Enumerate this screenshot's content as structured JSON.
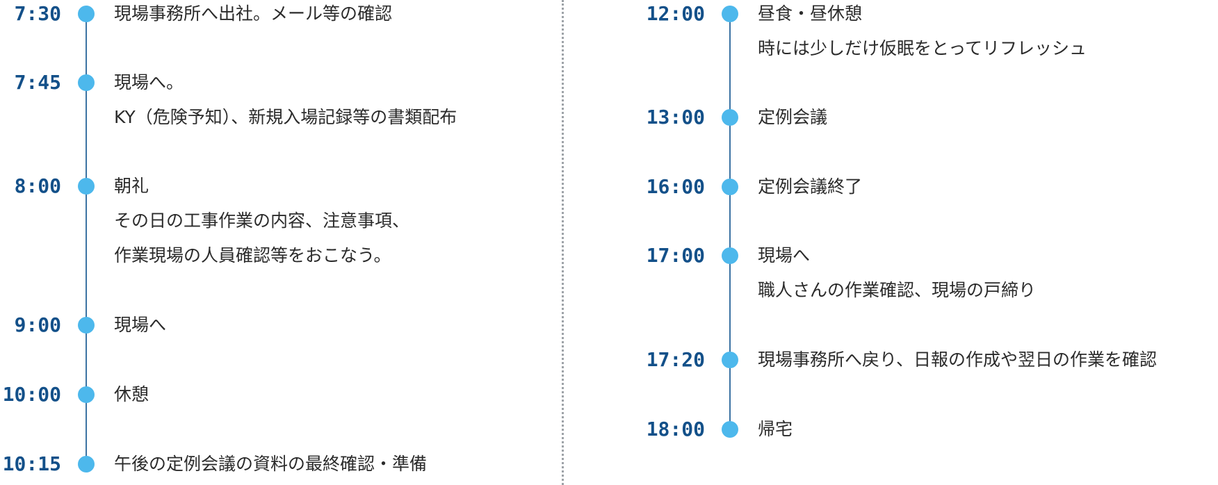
{
  "schedule": {
    "left": [
      {
        "time": "7:30",
        "lines": [
          "現場事務所へ出社。メール等の確認"
        ]
      },
      {
        "time": "7:45",
        "lines": [
          "現場へ。",
          "KY（危険予知）、新規入場記録等の書類配布"
        ]
      },
      {
        "time": "8:00",
        "lines": [
          "朝礼",
          "その日の工事作業の内容、注意事項、",
          "作業現場の人員確認等をおこなう。"
        ]
      },
      {
        "time": "9:00",
        "lines": [
          "現場へ"
        ]
      },
      {
        "time": "10:00",
        "lines": [
          "休憩"
        ]
      },
      {
        "time": "10:15",
        "lines": [
          "午後の定例会議の資料の最終確認・準備"
        ]
      }
    ],
    "right": [
      {
        "time": "12:00",
        "lines": [
          "昼食・昼休憩",
          "時には少しだけ仮眠をとってリフレッシュ"
        ]
      },
      {
        "time": "13:00",
        "lines": [
          "定例会議"
        ]
      },
      {
        "time": "16:00",
        "lines": [
          "定例会議終了"
        ]
      },
      {
        "time": "17:00",
        "lines": [
          "現場へ",
          "職人さんの作業確認、現場の戸締り"
        ]
      },
      {
        "time": "17:20",
        "lines": [
          "現場事務所へ戻り、日報の作成や翌日の作業を確認"
        ]
      },
      {
        "time": "18:00",
        "lines": [
          "帰宅"
        ]
      }
    ]
  },
  "colors": {
    "time_text": "#135089",
    "dot": "#4db8ec",
    "line": "#3c73a3",
    "body_text": "#2b2b2b",
    "divider": "#9ea3a8"
  }
}
